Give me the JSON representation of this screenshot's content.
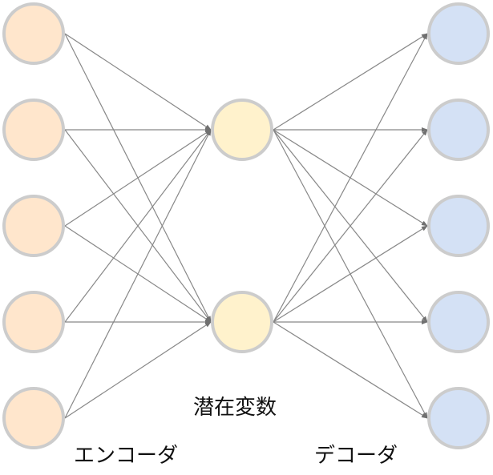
{
  "labels": {
    "encoder": "エンコーダ",
    "latent": "潜在変数",
    "decoder": "デコーダ"
  },
  "layers": {
    "input_count": 5,
    "latent_count": 2,
    "output_count": 5
  },
  "colors": {
    "input_fill": "#FFE6CC",
    "latent_fill": "#FFF2CC",
    "output_fill": "#D4E1F5",
    "node_stroke": "#CCCCCC",
    "edge": "#888888"
  }
}
